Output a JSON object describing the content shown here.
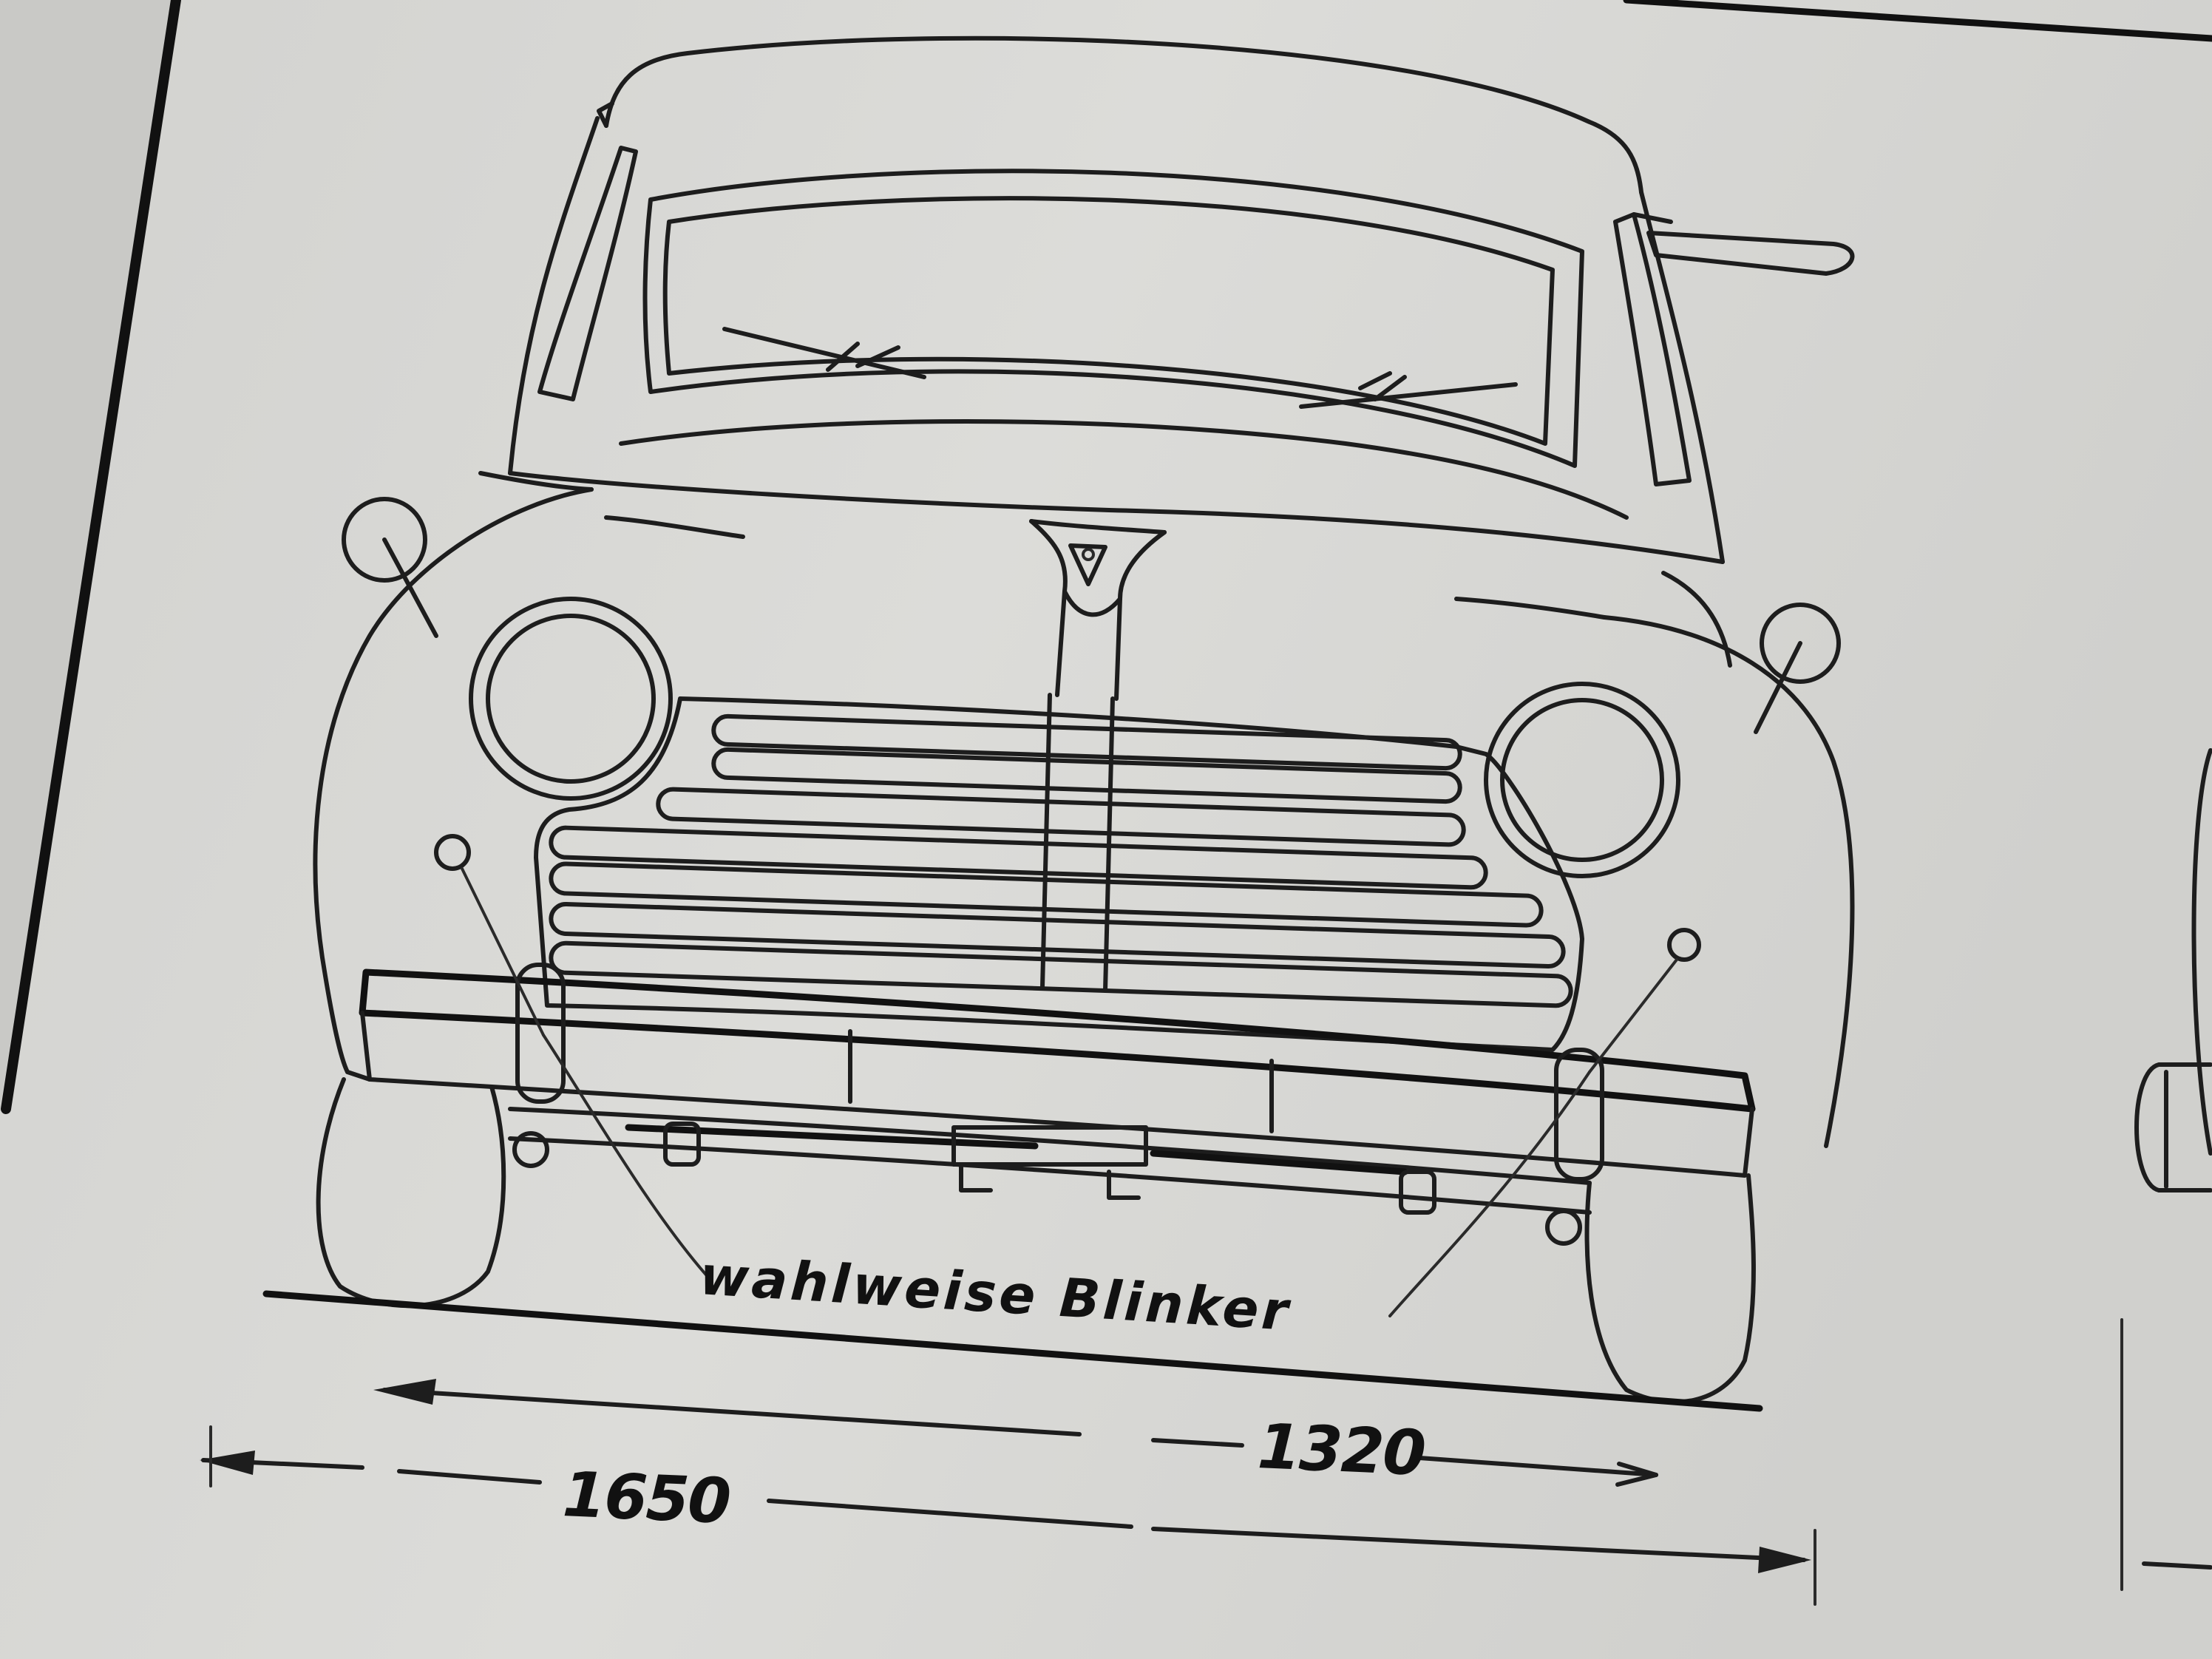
{
  "drawing": {
    "annotation": "wahlweise Blinker",
    "dimension_overall_width": "1650",
    "dimension_track_width": "1320"
  }
}
